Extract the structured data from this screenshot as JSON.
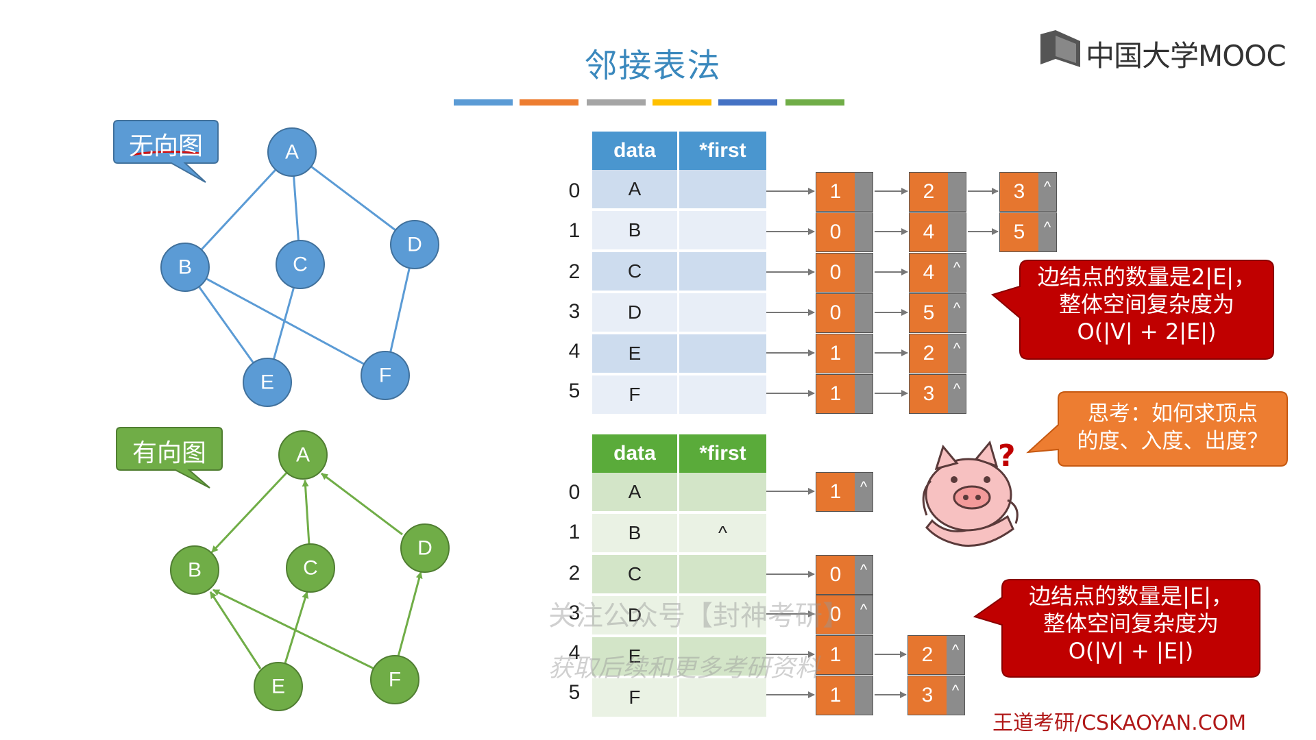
{
  "slide": {
    "title": "邻接表法",
    "logo_text": "中国大学MOOC",
    "footer": "王道考研/CSKAOYAN.COM",
    "watermark_line1": "关注公众号【封神考研】",
    "watermark_line2": "获取后续和更多考研资料"
  },
  "colors": {
    "title": "#3a88bd",
    "undirected": "#5b9bd5",
    "directed": "#70ad47",
    "node_orange": "#e6762f",
    "callout_red": "#c00000",
    "callout_orange": "#ed7d31",
    "color_bar": [
      "#5b9bd5",
      "#ed7d31",
      "#a5a5a5",
      "#ffc000",
      "#4472c4",
      "#70ad47"
    ]
  },
  "undirected": {
    "tag": "无向图",
    "nodes": [
      "A",
      "B",
      "C",
      "D",
      "E",
      "F"
    ],
    "edges": [
      [
        "A",
        "B"
      ],
      [
        "A",
        "C"
      ],
      [
        "A",
        "D"
      ],
      [
        "B",
        "E"
      ],
      [
        "B",
        "F"
      ],
      [
        "C",
        "E"
      ],
      [
        "D",
        "F"
      ]
    ],
    "table": {
      "headers": [
        "data",
        "*first"
      ],
      "rows": [
        {
          "index": "0",
          "data": "A",
          "first": ""
        },
        {
          "index": "1",
          "data": "B",
          "first": ""
        },
        {
          "index": "2",
          "data": "C",
          "first": ""
        },
        {
          "index": "3",
          "data": "D",
          "first": ""
        },
        {
          "index": "4",
          "data": "E",
          "first": ""
        },
        {
          "index": "5",
          "data": "F",
          "first": ""
        }
      ]
    },
    "lists": [
      [
        "1",
        "2",
        "3"
      ],
      [
        "0",
        "4",
        "5"
      ],
      [
        "0",
        "4"
      ],
      [
        "0",
        "5"
      ],
      [
        "1",
        "2"
      ],
      [
        "1",
        "3"
      ]
    ],
    "null_mark": "^",
    "callout": [
      "边结点的数量是2|E|，",
      "整体空间复杂度为",
      "O(|V| + 2|E|)"
    ]
  },
  "directed": {
    "tag": "有向图",
    "nodes": [
      "A",
      "B",
      "C",
      "D",
      "E",
      "F"
    ],
    "arcs": [
      [
        "A",
        "B"
      ],
      [
        "C",
        "A"
      ],
      [
        "D",
        "A"
      ],
      [
        "E",
        "B"
      ],
      [
        "E",
        "C"
      ],
      [
        "F",
        "B"
      ],
      [
        "F",
        "D"
      ]
    ],
    "table": {
      "headers": [
        "data",
        "*first"
      ],
      "rows": [
        {
          "index": "0",
          "data": "A",
          "first": ""
        },
        {
          "index": "1",
          "data": "B",
          "first": "^"
        },
        {
          "index": "2",
          "data": "C",
          "first": ""
        },
        {
          "index": "3",
          "data": "D",
          "first": ""
        },
        {
          "index": "4",
          "data": "E",
          "first": ""
        },
        {
          "index": "5",
          "data": "F",
          "first": ""
        }
      ]
    },
    "lists": [
      [
        "1"
      ],
      [],
      [
        "0"
      ],
      [
        "0"
      ],
      [
        "1",
        "2"
      ],
      [
        "1",
        "3"
      ]
    ],
    "null_mark": "^",
    "callout": [
      "边结点的数量是|E|，",
      "整体空间复杂度为",
      "O(|V| + |E|)"
    ]
  },
  "think": {
    "text": [
      "思考：如何求顶点",
      "的度、入度、出度？"
    ],
    "mascot": "pig-icon",
    "mark": "?"
  }
}
